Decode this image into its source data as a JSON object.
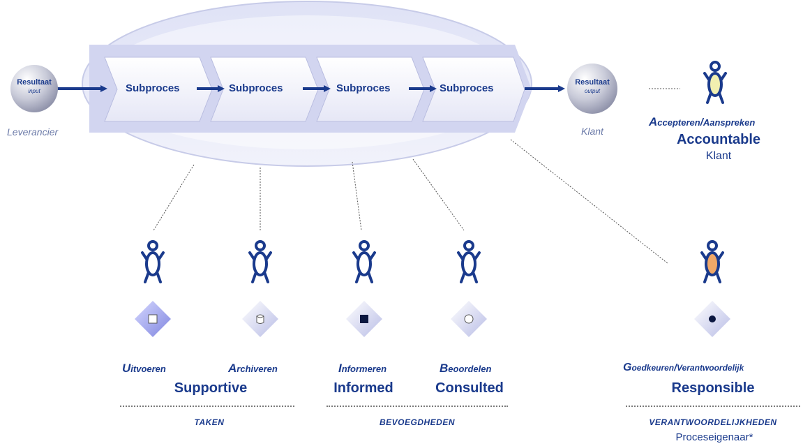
{
  "process": {
    "input_node": {
      "title": "Resultaat",
      "sub": "input",
      "caption": "Leverancier"
    },
    "output_node": {
      "title": "Resultaat",
      "sub": "output",
      "caption": "Klant"
    },
    "subprocesses": [
      "Subproces",
      "Subproces",
      "Subproces",
      "Subproces"
    ]
  },
  "accountable": {
    "role_first": "A",
    "role_rest1": "ccepteren",
    "slash": "/",
    "role_rest2": "Aanspreken",
    "title": "Accountable",
    "sub": "Klant"
  },
  "roles": [
    {
      "first": "U",
      "rest": "itvoeren",
      "symbol": "square-white",
      "figure_color": "#ffffff"
    },
    {
      "first": "A",
      "rest": "rchiveren",
      "symbol": "cylinder",
      "figure_color": "#ffffff"
    },
    {
      "first": "I",
      "rest": "nformeren",
      "symbol": "square-dark",
      "figure_color": "#ffffff"
    },
    {
      "first": "B",
      "rest": "eoordelen",
      "symbol": "circle-white",
      "figure_color": "#ffffff"
    }
  ],
  "responsible": {
    "first1": "G",
    "rest1": "oedkeuren",
    "slash": "/",
    "rest2": "Verantwoordelijk",
    "title": "Responsible",
    "symbol": "dot-dark",
    "figure_color": "#f0a868"
  },
  "groups": {
    "supportive": "Supportive",
    "informed": "Informed",
    "consulted": "Consulted",
    "taken": "TAKEN",
    "bevoegdheden": "BEVOEGDHEDEN",
    "verantwoordelijkheden": "VERANTWOORDELIJKHEDEN",
    "proceseigenaar": "Proceseigenaar*"
  },
  "colors": {
    "navy": "#1a3a8c",
    "accountable_figure": "#f2f0b0"
  }
}
